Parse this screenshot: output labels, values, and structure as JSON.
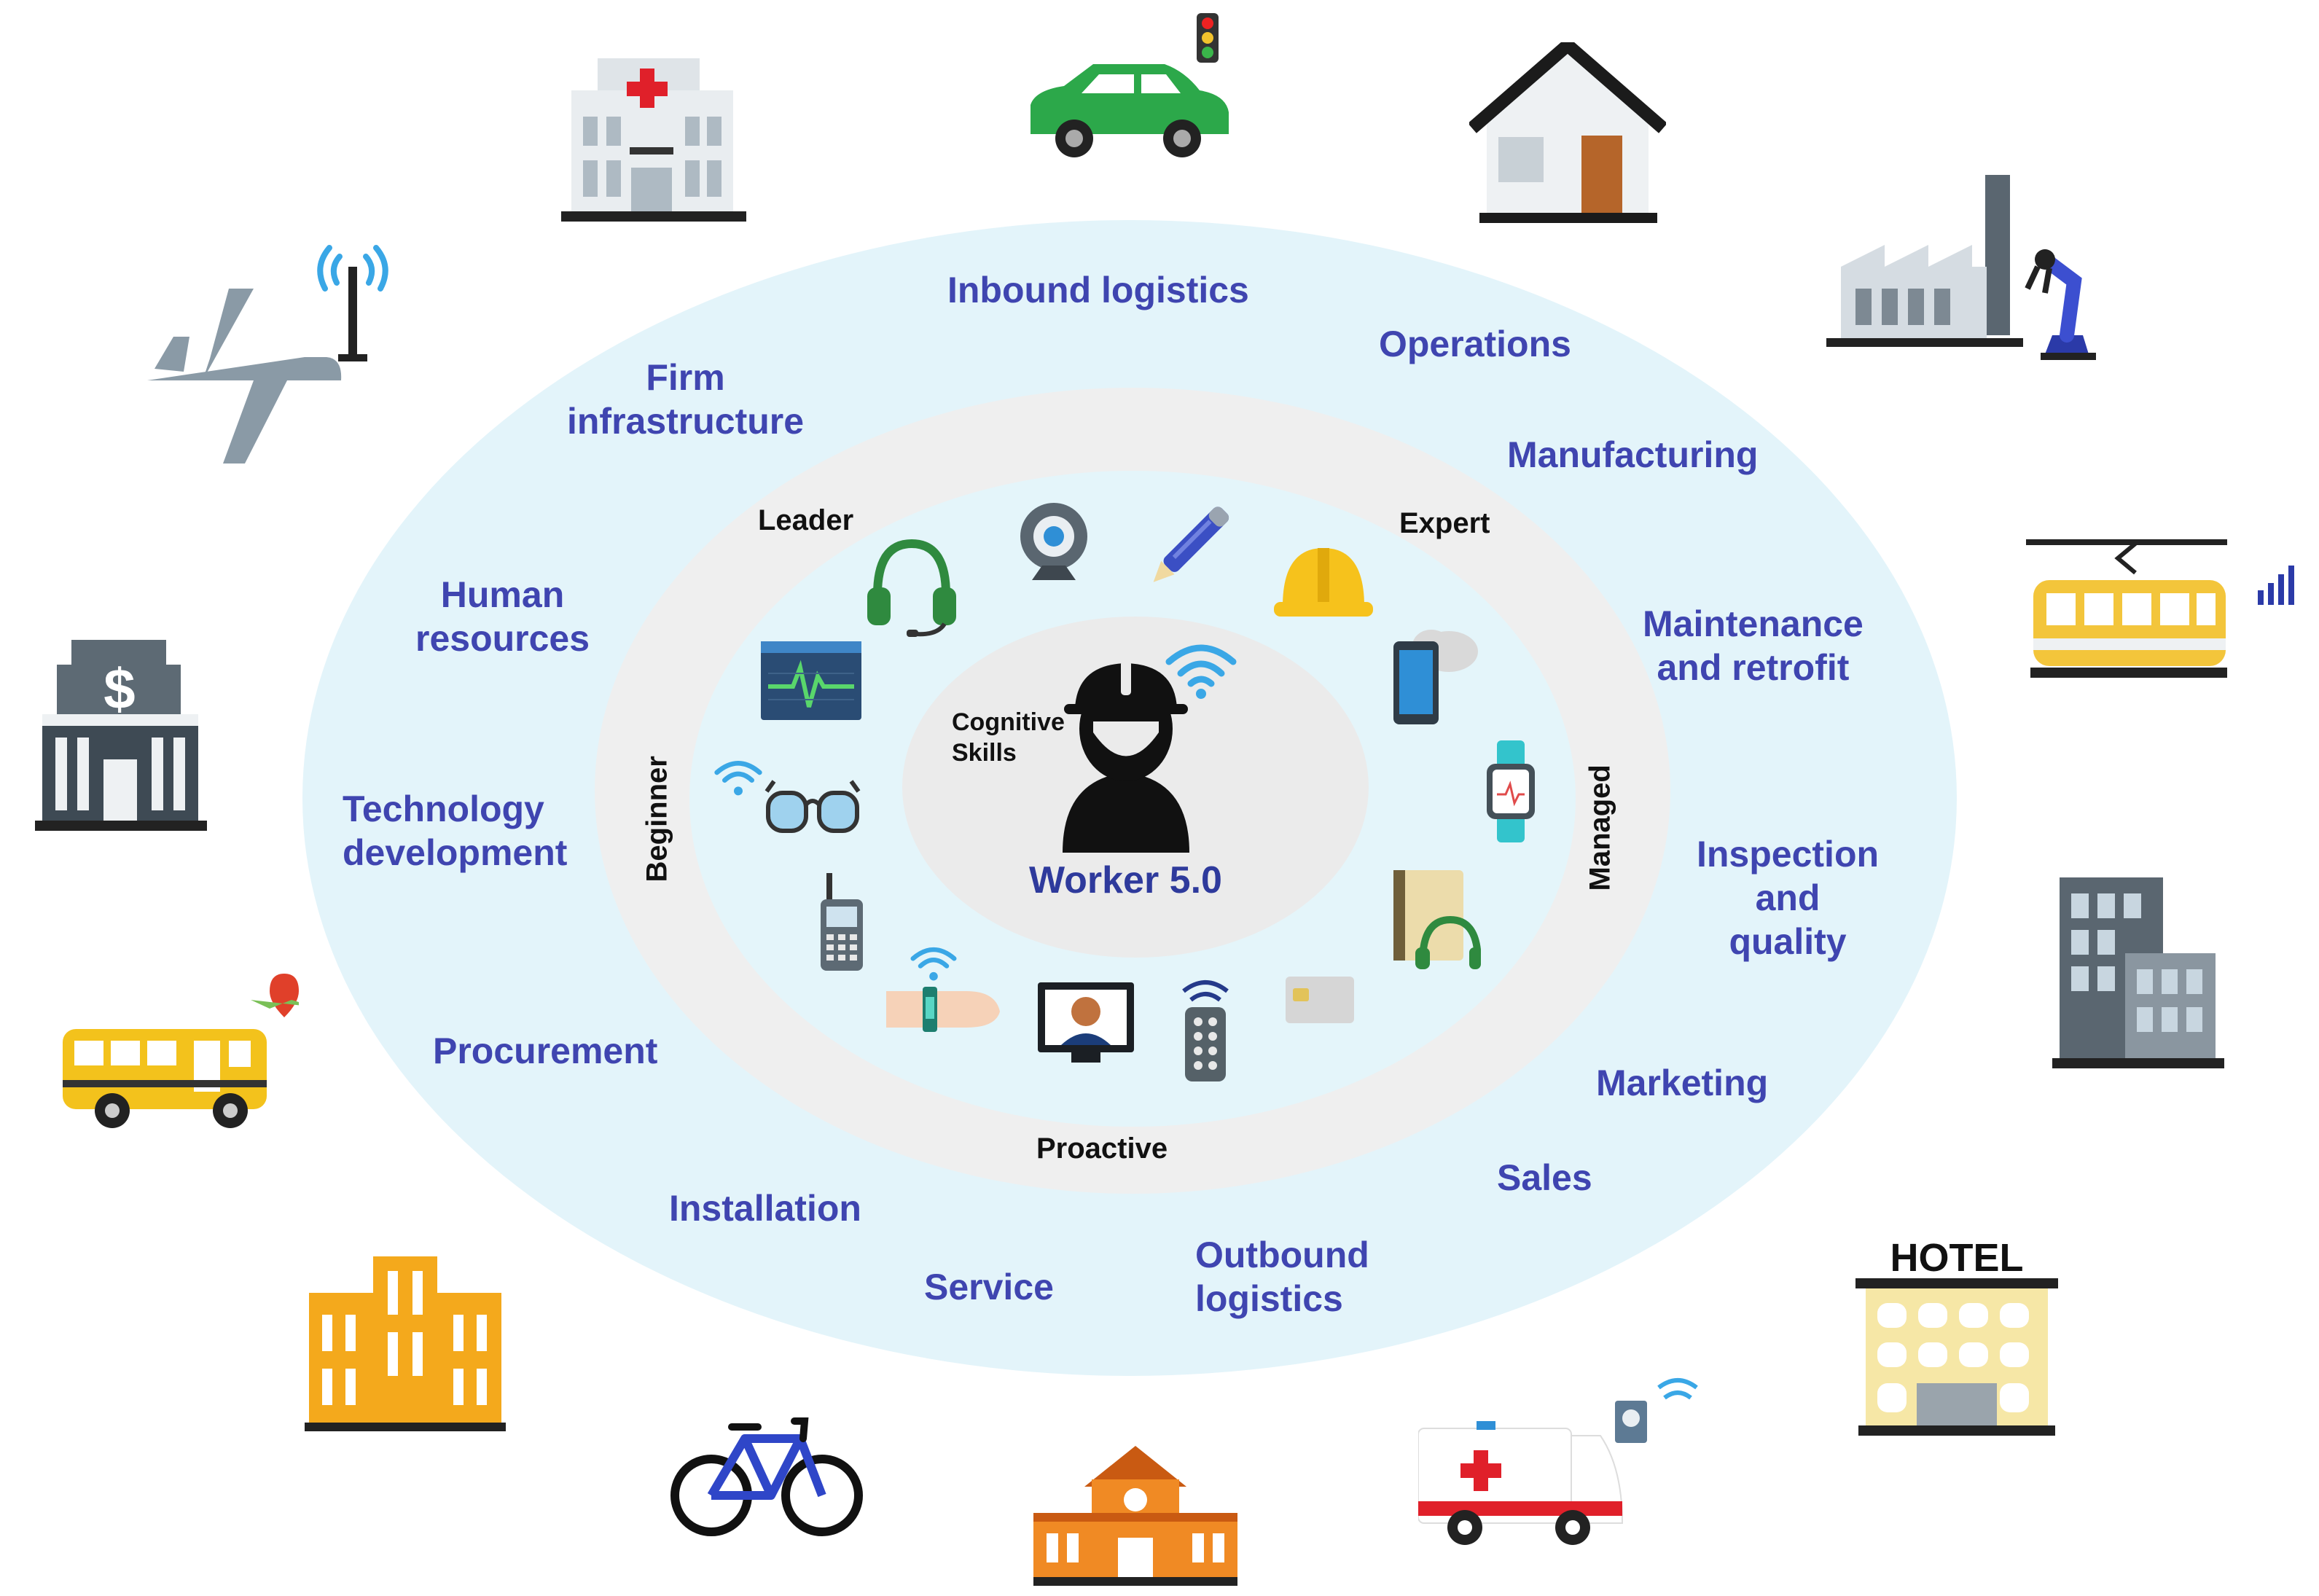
{
  "center": {
    "title": "Worker 5.0",
    "cognitive_line1": "Cognitive",
    "cognitive_line2": "Skills"
  },
  "levels": {
    "top_left": "Leader",
    "top_right": "Expert",
    "left": "Beginner",
    "right": "Managed",
    "bottom": "Proactive"
  },
  "value_chain": [
    {
      "lines": [
        "Inbound logistics"
      ]
    },
    {
      "lines": [
        "Operations"
      ]
    },
    {
      "lines": [
        "Manufacturing"
      ]
    },
    {
      "lines": [
        "Maintenance",
        "and retrofit"
      ]
    },
    {
      "lines": [
        "Inspection",
        "and",
        "quality"
      ]
    },
    {
      "lines": [
        "Marketing"
      ]
    },
    {
      "lines": [
        "Sales"
      ]
    },
    {
      "lines": [
        "Outbound",
        "logistics"
      ]
    },
    {
      "lines": [
        "Service"
      ]
    },
    {
      "lines": [
        "Installation"
      ]
    },
    {
      "lines": [
        "Procurement"
      ]
    },
    {
      "lines": [
        "Technology",
        "development"
      ]
    },
    {
      "lines": [
        "Human",
        "resources"
      ]
    },
    {
      "lines": [
        "Firm",
        "infrastructure"
      ]
    }
  ],
  "device_icons": [
    "headset-icon",
    "webcam-icon",
    "stylus-pen-icon",
    "hard-hat-icon",
    "heart-monitor-icon",
    "smartphone-cloud-icon",
    "smart-glasses-icon",
    "smartwatch-icon",
    "walkie-talkie-icon",
    "audiobook-icon",
    "wrist-band-icon",
    "video-call-icon",
    "remote-control-icon",
    "smart-card-icon"
  ],
  "sector_icons": [
    "hospital-icon",
    "car-traffic-light-icon",
    "house-icon",
    "factory-robot-arm-icon",
    "tram-icon",
    "office-building-icon",
    "hotel-icon",
    "ambulance-icon",
    "school-icon",
    "bicycle-icon",
    "apartment-building-icon",
    "school-bus-icon",
    "bank-icon",
    "airplane-antenna-icon"
  ],
  "hotel_sign": "HOTEL",
  "colors": {
    "label_blue": "#3f45b0",
    "outer_ring": "#e3f4fa",
    "middle_ring": "#efefef",
    "wifi_blue": "#3aa7e6"
  }
}
